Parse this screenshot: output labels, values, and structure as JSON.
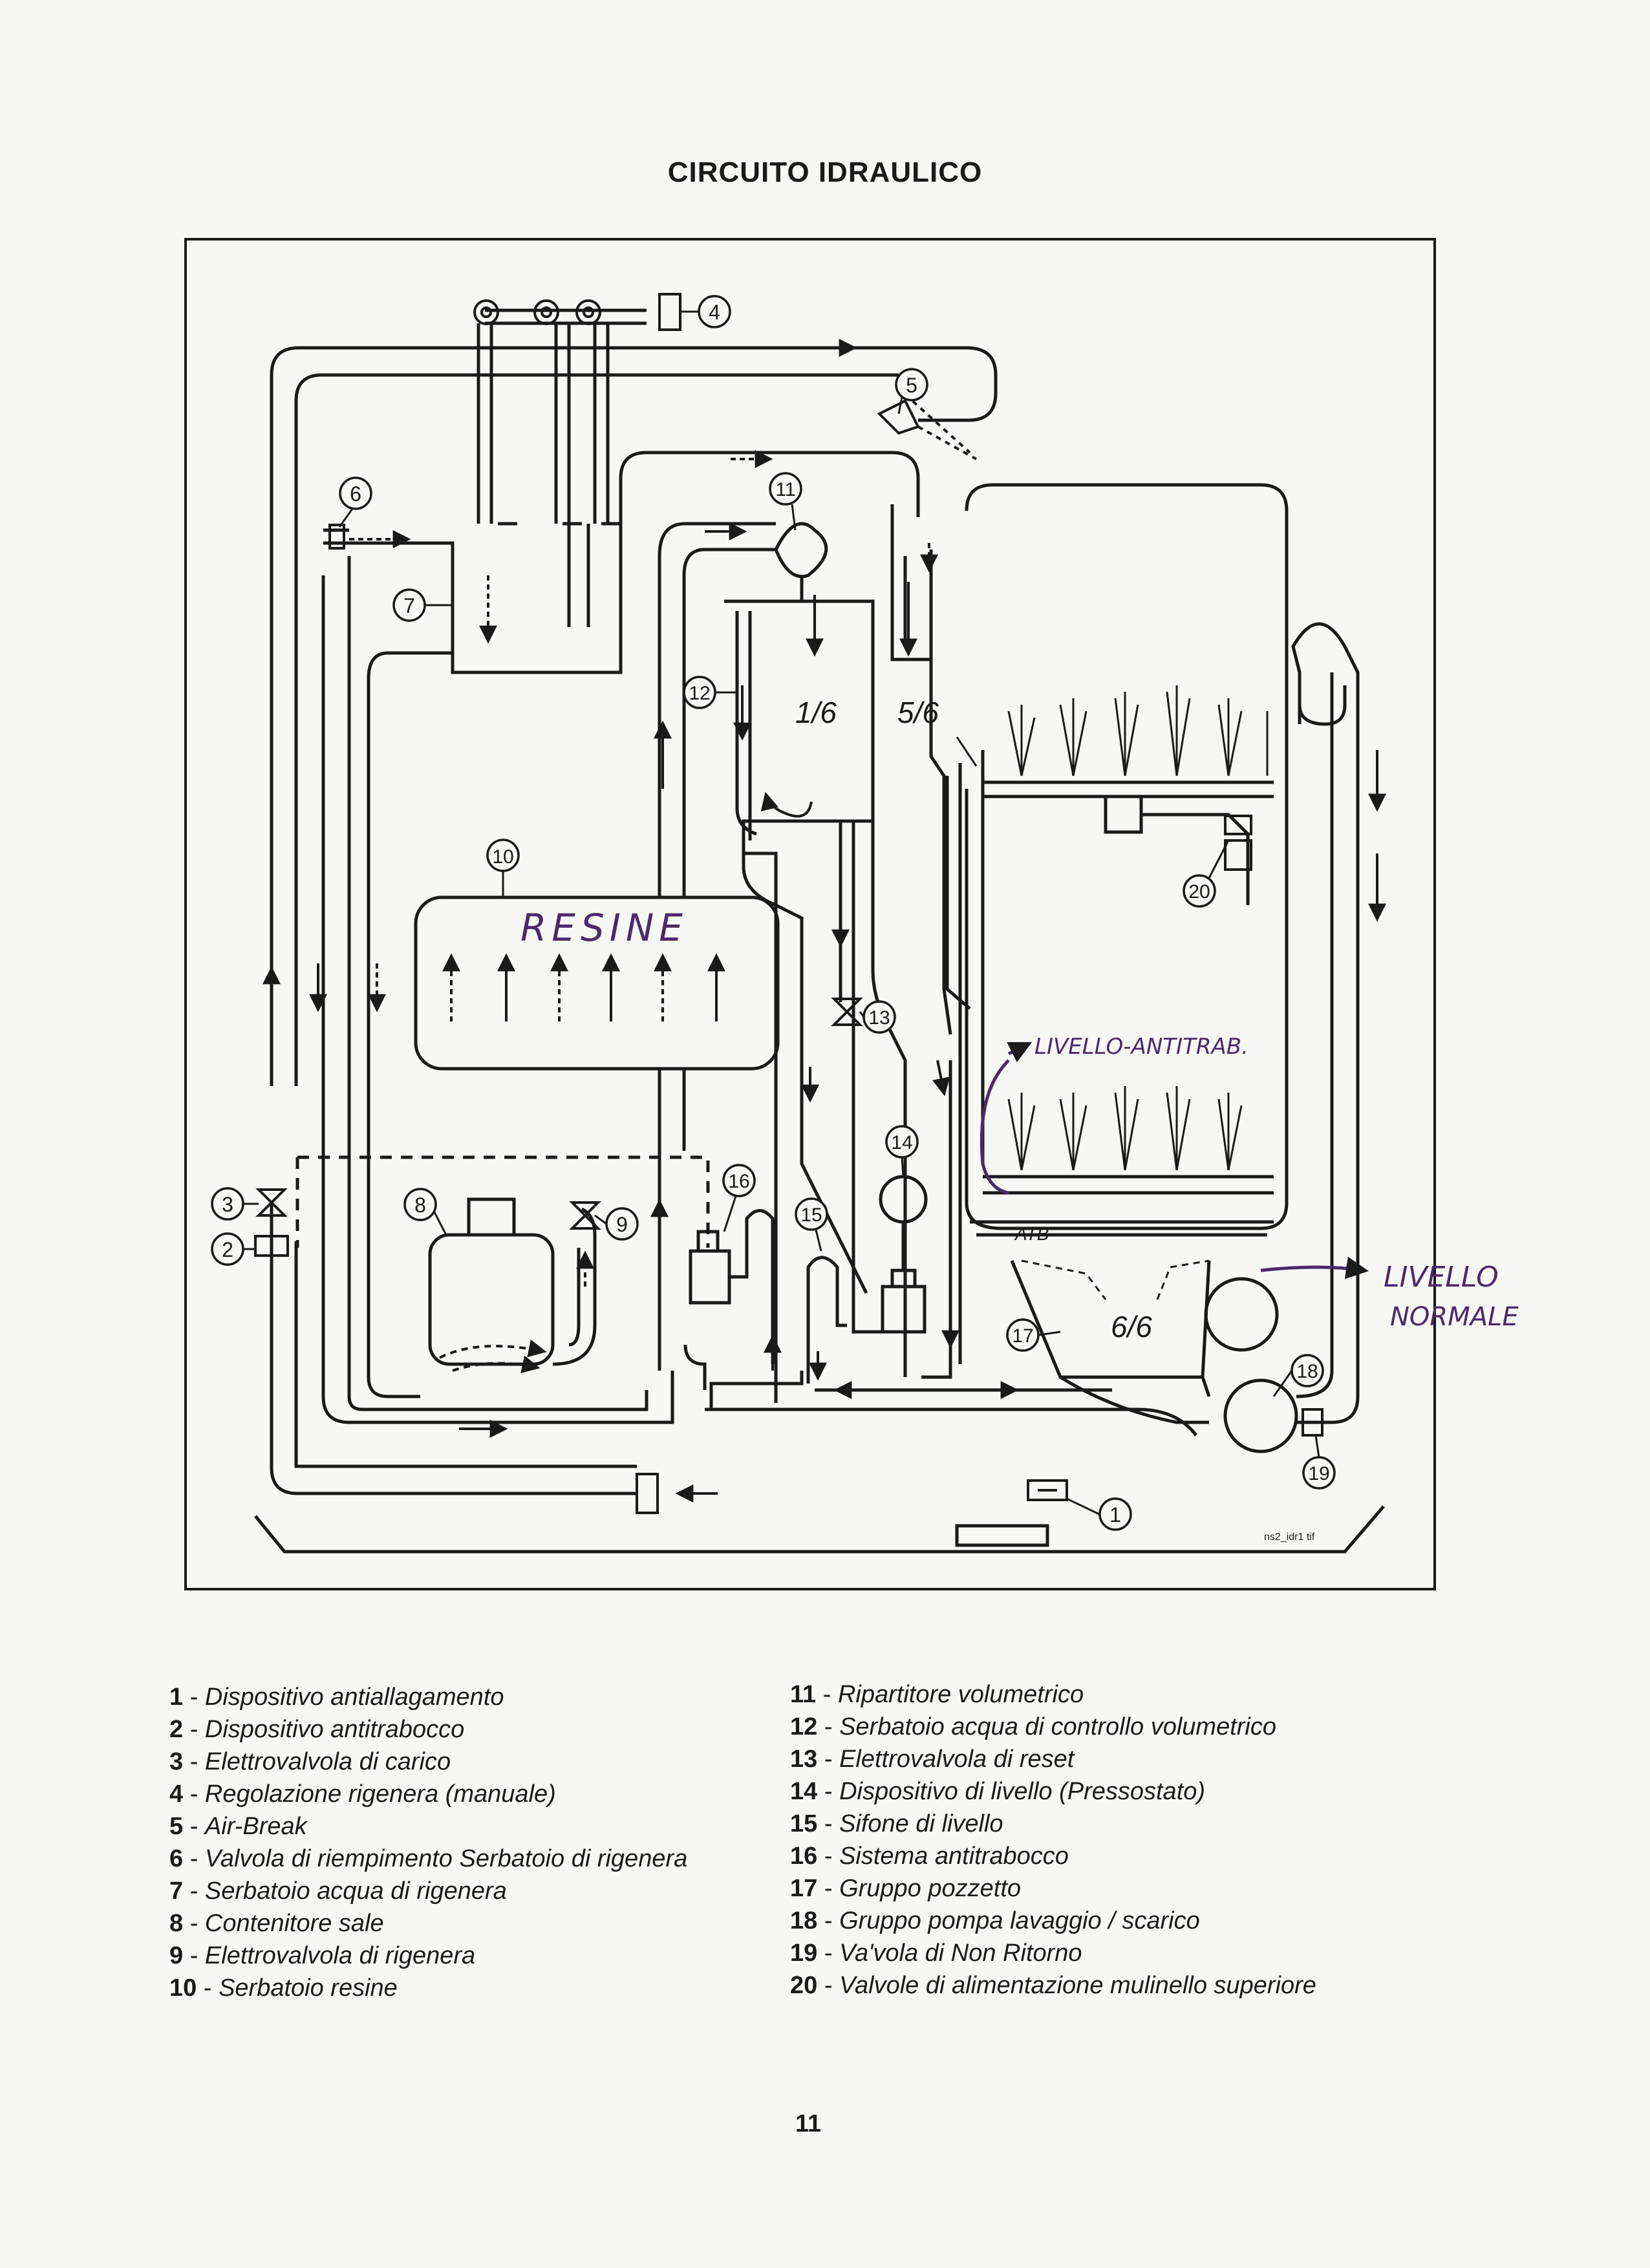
{
  "title": "CIRCUITO IDRAULICO",
  "diagram": {
    "callouts": [
      "1",
      "2",
      "3",
      "4",
      "5",
      "6",
      "7",
      "8",
      "9",
      "10",
      "11",
      "12",
      "13",
      "14",
      "15",
      "16",
      "17",
      "18",
      "19",
      "20"
    ],
    "labels": {
      "fraction_one_sixth": "1/6",
      "fraction_five_sixth": "5/6",
      "fraction_six_sixth": "6/6",
      "atb": "ATB",
      "resine": "RESINE",
      "livello_antitrab": "LIVELLO-ANTITRAB.",
      "livello_normale_line1": "LIVELLO",
      "livello_normale_line2": "NORMALE",
      "file_tag": "ns2_idr1 tif"
    }
  },
  "legend": {
    "left": [
      {
        "num": "1",
        "text": "Dispositivo antiallagamento"
      },
      {
        "num": "2",
        "text": "Dispositivo antitrabocco"
      },
      {
        "num": "3",
        "text": "Elettrovalvola di carico"
      },
      {
        "num": "4",
        "text": "Regolazione rigenera (manuale)"
      },
      {
        "num": "5",
        "text": "Air-Break"
      },
      {
        "num": "6",
        "text": "Valvola di riempimento Serbatoio di rigenera"
      },
      {
        "num": "7",
        "text": "Serbatoio acqua di rigenera"
      },
      {
        "num": "8",
        "text": "Contenitore sale"
      },
      {
        "num": "9",
        "text": "Elettrovalvola di rigenera"
      },
      {
        "num": "10",
        "text": "Serbatoio resine"
      }
    ],
    "right": [
      {
        "num": "11",
        "text": "Ripartitore volumetrico"
      },
      {
        "num": "12",
        "text": "Serbatoio acqua di controllo volumetrico"
      },
      {
        "num": "13",
        "text": "Elettrovalvola di reset"
      },
      {
        "num": "14",
        "text": "Dispositivo di livello (Pressostato)"
      },
      {
        "num": "15",
        "text": "Sifone di livello"
      },
      {
        "num": "16",
        "text": "Sistema antitrabocco"
      },
      {
        "num": "17",
        "text": "Gruppo pozzetto"
      },
      {
        "num": "18",
        "text": "Gruppo pompa lavaggio / scarico"
      },
      {
        "num": "19",
        "text": "Va'vola di Non Ritorno"
      },
      {
        "num": "20",
        "text": "Valvole di alimentazione mulinello superiore"
      }
    ]
  },
  "page_number": "11",
  "colors": {
    "ink": "#1a1a1a",
    "handwriting": "#4a2a6a",
    "paper": "#f7f7f5"
  }
}
